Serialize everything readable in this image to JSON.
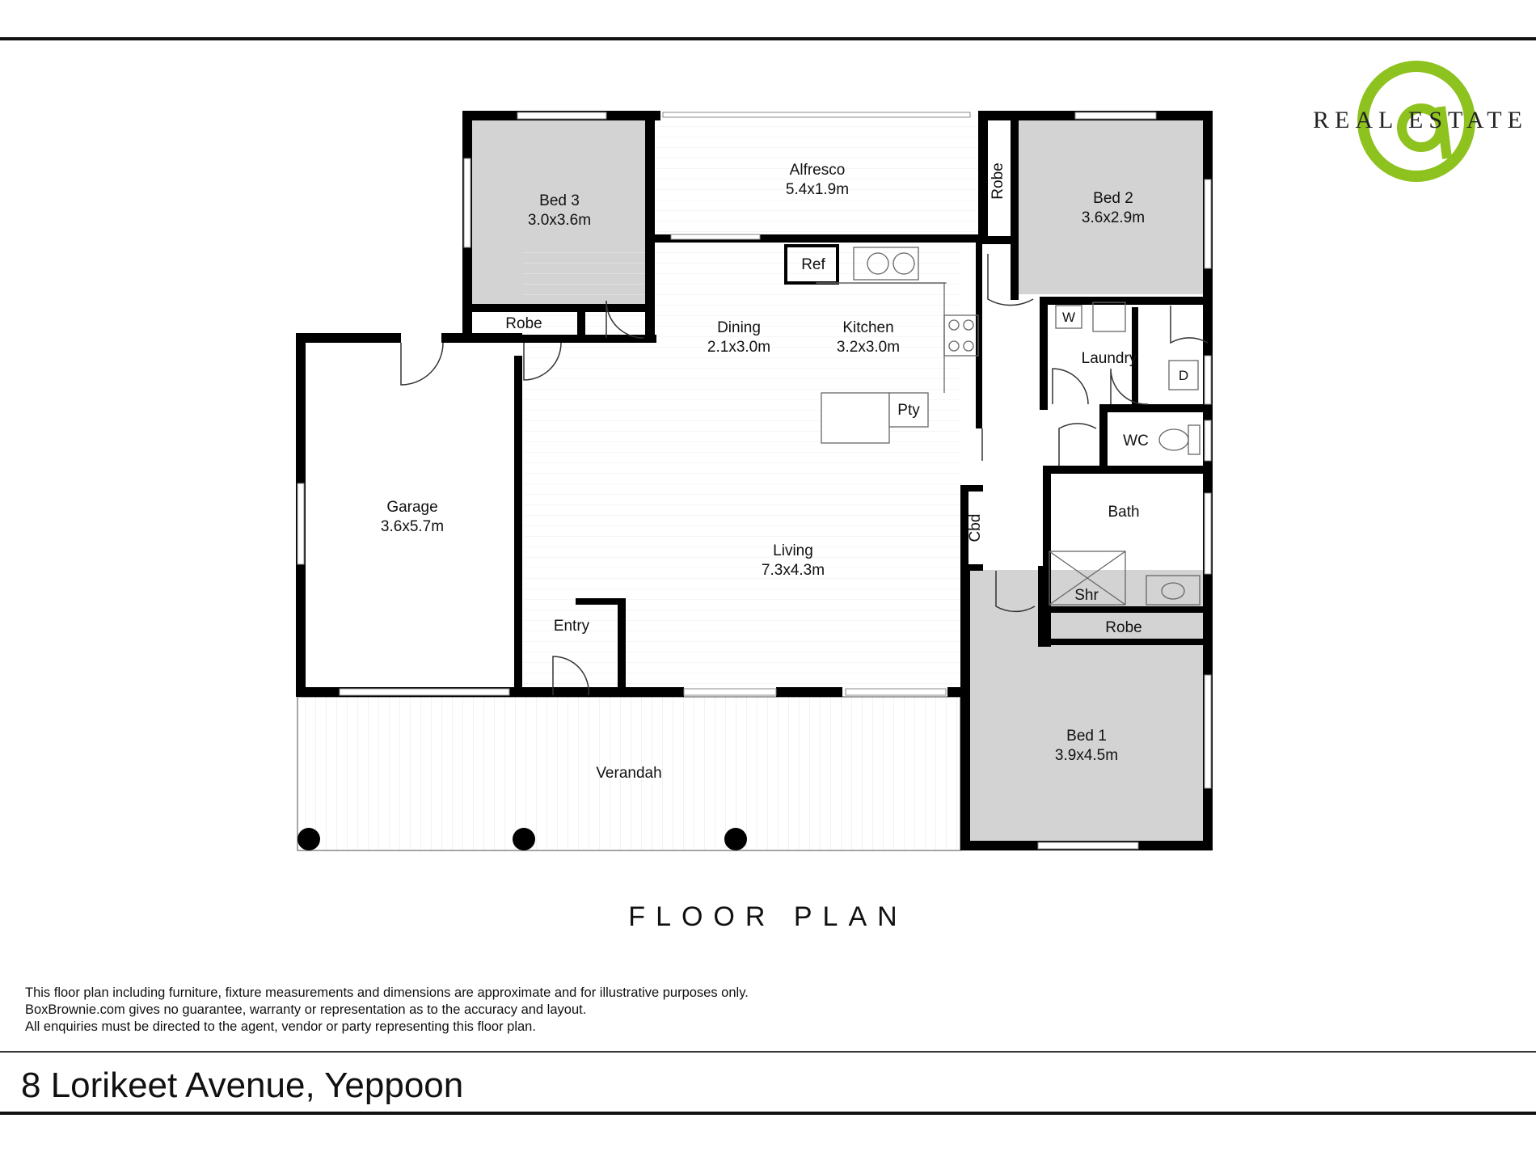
{
  "rooms": {
    "bed3": {
      "name": "Bed 3",
      "size": "3.0x3.6m"
    },
    "alfresco": {
      "name": "Alfresco",
      "size": "5.4x1.9m"
    },
    "bed2": {
      "name": "Bed 2",
      "size": "3.6x2.9m"
    },
    "robe_bed2": {
      "name": "Robe"
    },
    "robe_bed3": {
      "name": "Robe"
    },
    "ref": {
      "name": "Ref"
    },
    "dining": {
      "name": "Dining",
      "size": "2.1x3.0m"
    },
    "kitchen": {
      "name": "Kitchen",
      "size": "3.2x3.0m"
    },
    "pty": {
      "name": "Pty"
    },
    "laundry": {
      "name": "Laundry"
    },
    "washer": {
      "name": "W"
    },
    "dryer": {
      "name": "D"
    },
    "wc": {
      "name": "WC"
    },
    "garage": {
      "name": "Garage",
      "size": "3.6x5.7m"
    },
    "living": {
      "name": "Living",
      "size": "7.3x4.3m"
    },
    "cbd": {
      "name": "Cbd"
    },
    "bath": {
      "name": "Bath"
    },
    "shr": {
      "name": "Shr"
    },
    "robe_bed1": {
      "name": "Robe"
    },
    "entry": {
      "name": "Entry"
    },
    "bed1": {
      "name": "Bed 1",
      "size": "3.9x4.5m"
    },
    "verandah": {
      "name": "Verandah"
    }
  },
  "title": "FLOOR PLAN",
  "disclaimer": [
    "This floor plan including furniture, fixture measurements and dimensions are approximate and for illustrative purposes only.",
    "BoxBrownie.com gives no guarantee, warranty or representation as to the accuracy and layout.",
    "All enquiries must be directed to the agent, vendor or party representing this floor plan."
  ],
  "address": "8 Lorikeet Avenue, Yeppoon",
  "logo": {
    "text_left": "REAL",
    "text_right": "ESTATE",
    "color": "#8dc21f"
  },
  "colors": {
    "wall": "#000000",
    "bedroom_fill": "#d3d3d3",
    "floor_fill": "#ffffff",
    "grid_line": "#e4e4e4"
  }
}
